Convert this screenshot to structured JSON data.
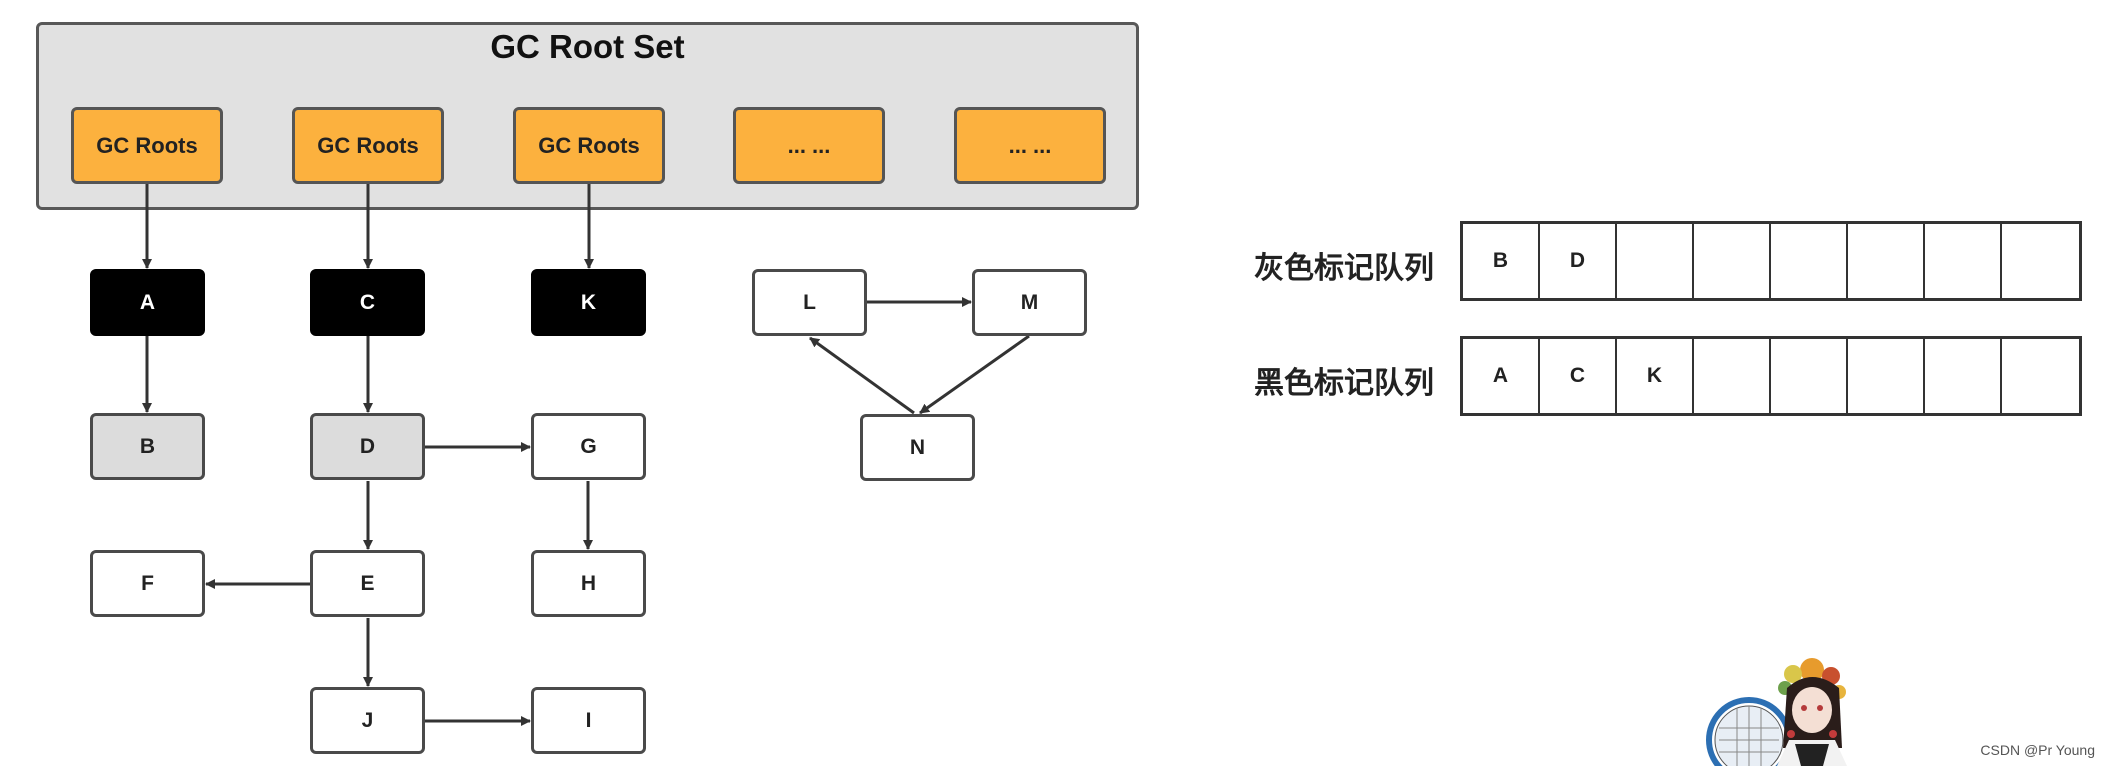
{
  "root_set": {
    "title": "GC Root Set",
    "items": [
      "GC Roots",
      "GC Roots",
      "GC Roots",
      "... ...",
      "... ..."
    ]
  },
  "nodes": {
    "A": "A",
    "C": "C",
    "K": "K",
    "B": "B",
    "D": "D",
    "G": "G",
    "F": "F",
    "E": "E",
    "H": "H",
    "J": "J",
    "I": "I",
    "L": "L",
    "M": "M",
    "N": "N"
  },
  "grey_queue": {
    "label": "灰色标记队列",
    "cells": [
      "B",
      "D",
      "",
      "",
      "",
      "",
      "",
      ""
    ]
  },
  "black_queue": {
    "label": "黑色标记队列",
    "cells": [
      "A",
      "C",
      "K",
      "",
      "",
      "",
      "",
      ""
    ]
  },
  "watermark": "CSDN @Pr Young",
  "colors": {
    "root": "#fcb13e",
    "black": "#000000",
    "grey": "#dcdcdc"
  }
}
